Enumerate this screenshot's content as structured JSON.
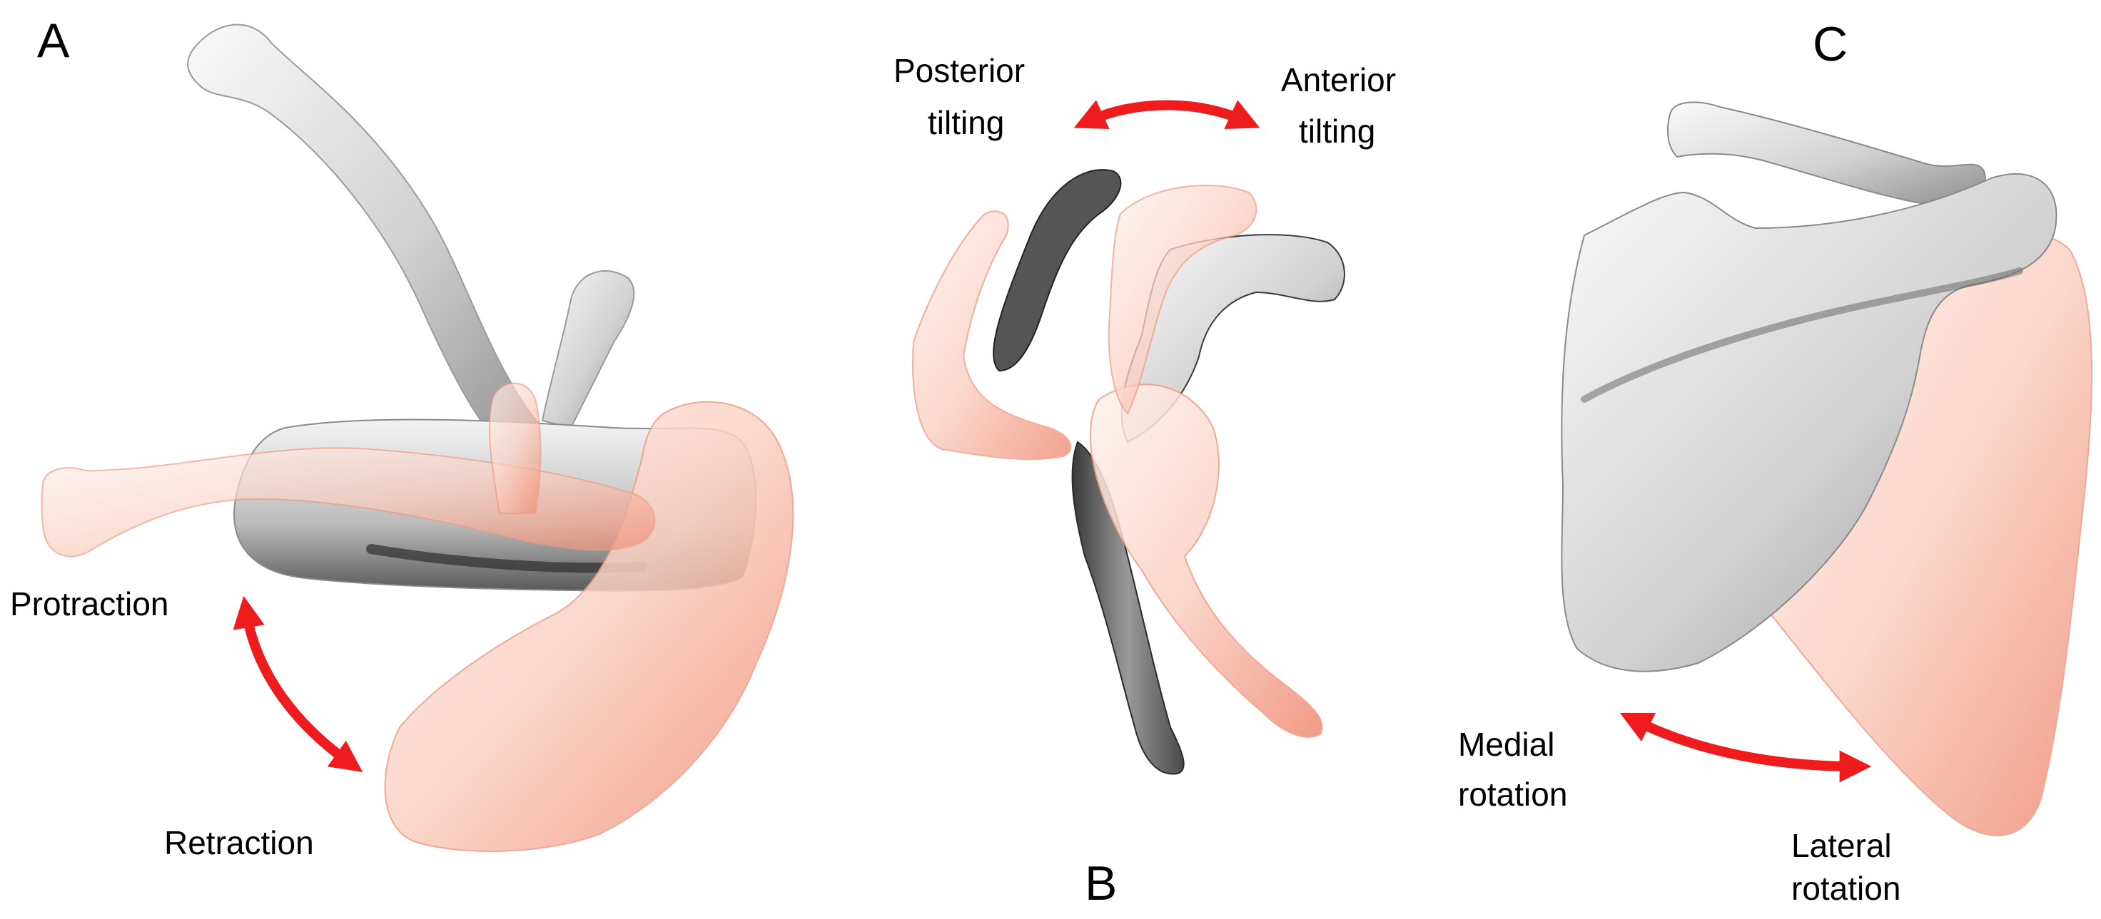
{
  "panels": [
    {
      "letter": "A",
      "labels": {
        "top": "Protraction",
        "bottom": "Retraction"
      }
    },
    {
      "letter": "B",
      "labels": {
        "left_1": "Posterior",
        "left_2": "tilting",
        "right_1": "Anterior",
        "right_2": "tilting"
      }
    },
    {
      "letter": "C",
      "labels": {
        "left_1": "Medial",
        "left_2": "rotation",
        "right_1": "Lateral",
        "right_2": "rotation"
      }
    }
  ],
  "colors": {
    "arrow": "#ee1c1c",
    "bone_gray": "#d4d4d4",
    "bone_dark": "#6e6e6e",
    "bone_pink": "#f6b4a0",
    "bone_pink_light": "#fde5dc"
  }
}
